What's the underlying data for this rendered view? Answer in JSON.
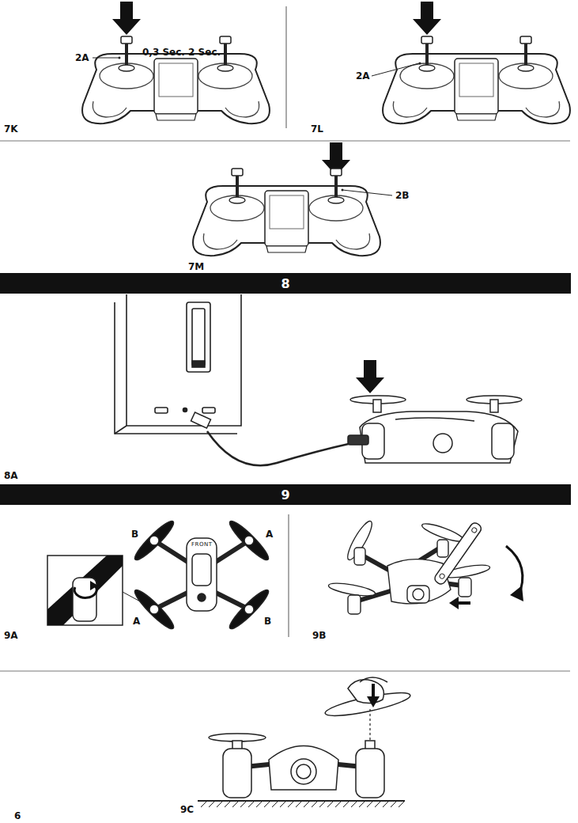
{
  "diagram": {
    "nodes": [
      {
        "text": [
          "8"
        ]
      },
      {
        "text": [
          "9"
        ]
      }
    ],
    "labels": [
      "2A",
      "0,3 Sec. 2 Sec.",
      "7K",
      "2A",
      "7L",
      "2B",
      "7M",
      "8A",
      "B",
      "FRONT",
      "A",
      "A",
      "B",
      "9A",
      "9B",
      "9C",
      "6"
    ]
  }
}
